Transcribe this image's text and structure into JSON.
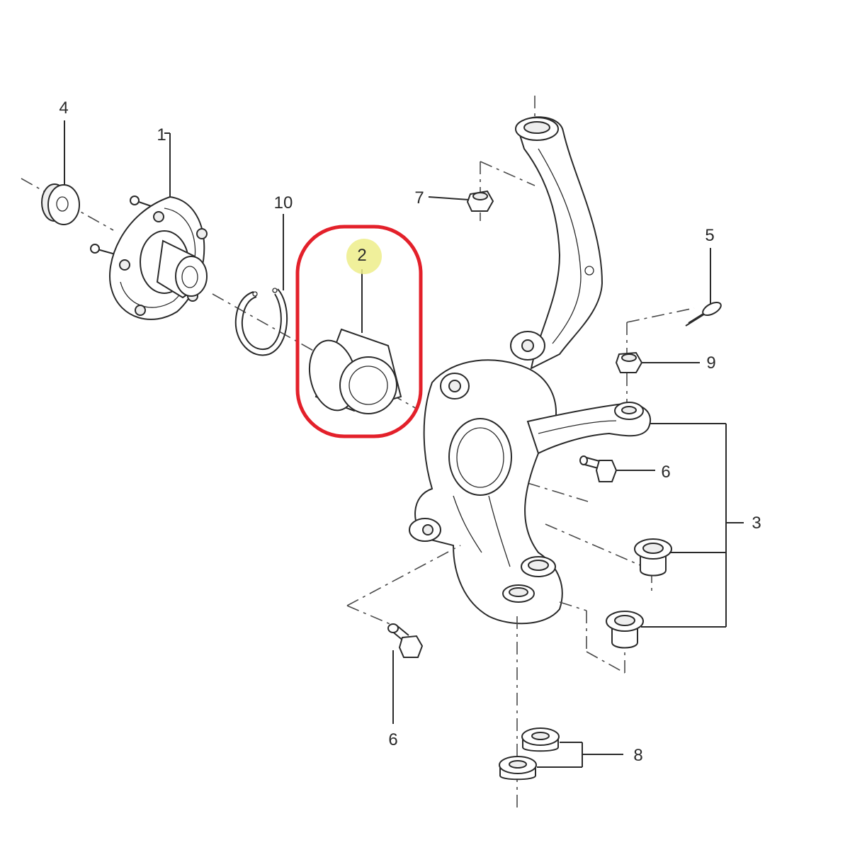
{
  "callouts": [
    {
      "id": "c1",
      "text": "1"
    },
    {
      "id": "c2",
      "text": "2"
    },
    {
      "id": "c3",
      "text": "3"
    },
    {
      "id": "c4",
      "text": "4"
    },
    {
      "id": "c5",
      "text": "5"
    },
    {
      "id": "c6a",
      "text": "6"
    },
    {
      "id": "c6b",
      "text": "6"
    },
    {
      "id": "c7",
      "text": "7"
    },
    {
      "id": "c8",
      "text": "8"
    },
    {
      "id": "c9",
      "text": "9"
    },
    {
      "id": "c10",
      "text": "10"
    }
  ],
  "highlight": {
    "callout": "2",
    "frame_color": "#e3202a",
    "marker_color": "#eded8a"
  }
}
